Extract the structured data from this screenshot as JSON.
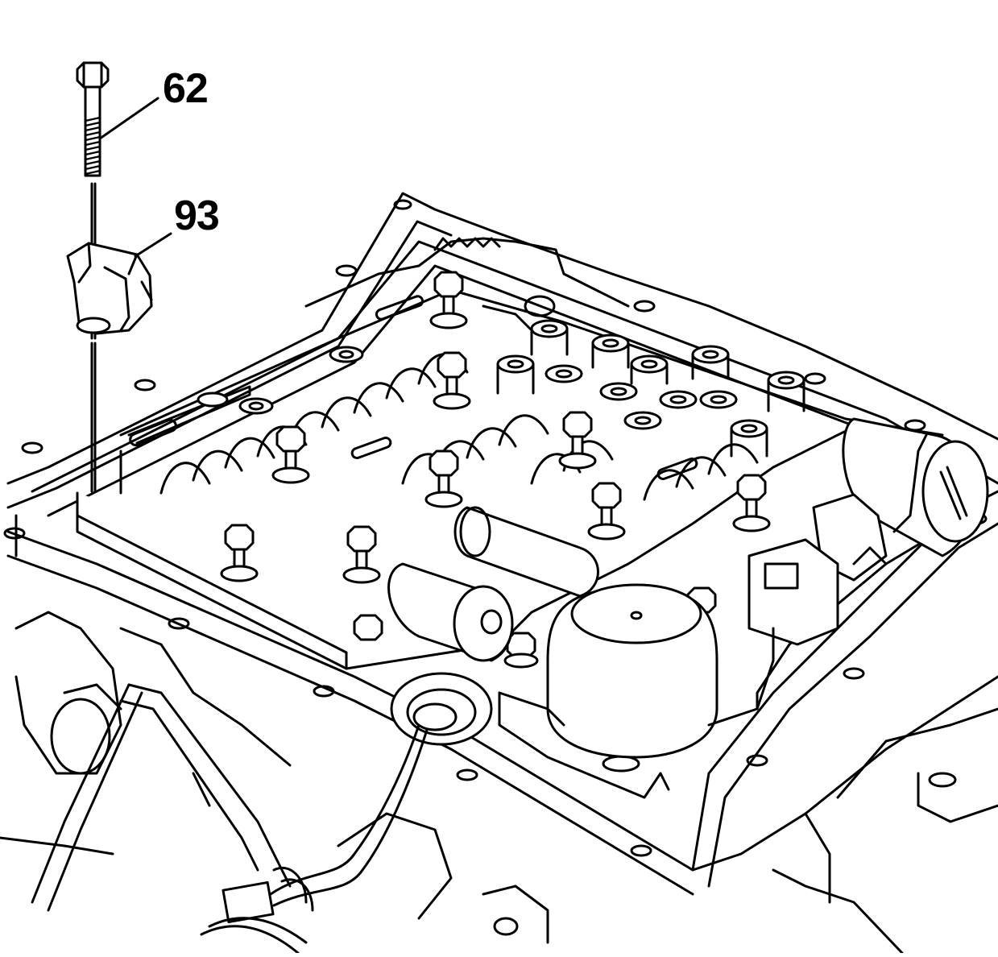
{
  "diagram": {
    "callouts": [
      {
        "id": "62",
        "text": "62"
      },
      {
        "id": "93",
        "text": "93"
      }
    ],
    "parts": [
      "bolt",
      "retainer-clip",
      "valve-body",
      "transmission-case",
      "solenoids",
      "accumulator",
      "wiring-harness"
    ],
    "colors": {
      "line": "#000000",
      "background": "#ffffff"
    }
  }
}
